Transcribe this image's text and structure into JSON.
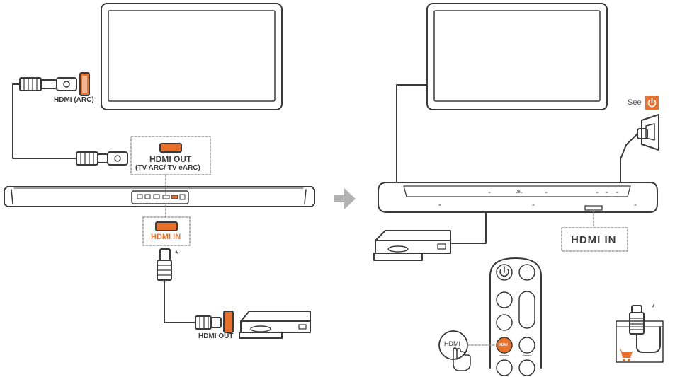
{
  "colors": {
    "accent": "#e8702a",
    "line": "#3a3a3a",
    "arrow": "#b3b3b3",
    "dash": "#8a8a8a"
  },
  "left": {
    "tv_hdmi_label": "HDMI (ARC)",
    "soundbar_out_label": "HDMI OUT",
    "soundbar_out_sublabel": "(TV ARC/ TV eARC)",
    "soundbar_in_label": "HDMI IN",
    "source_out_label": "HDMI OUT",
    "asterisk": "*"
  },
  "right": {
    "see_text": "See",
    "see_icon": "power-icon",
    "soundbar_logo": "JBL",
    "hdmi_in_label": "HDMI IN",
    "remote_hdmi_button": "HDMI",
    "remote_hdmi_key": "HDMI",
    "cart_icon": "shopping-cart-icon",
    "asterisk": "*"
  },
  "icons": [
    "arrow-right-icon",
    "power-icon",
    "hand-pointer-icon",
    "shopping-cart-icon",
    "disc-icon"
  ]
}
